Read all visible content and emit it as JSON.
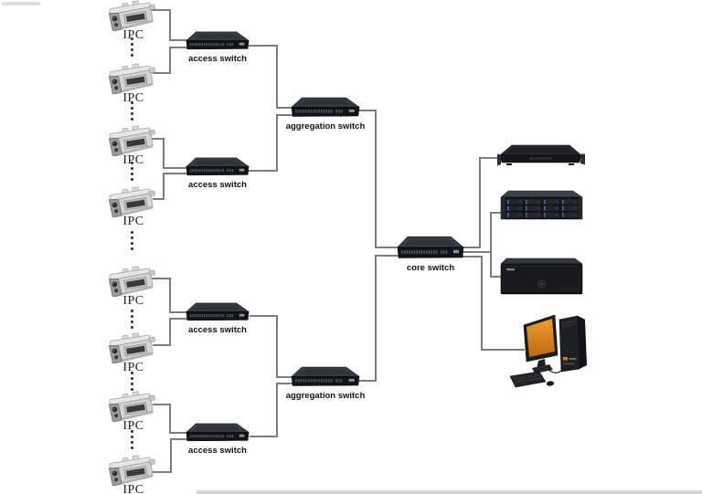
{
  "colors": {
    "background": "#ffffff",
    "wire": "#7d7d7d",
    "device_label": "#111111",
    "camera_label": "#1f1f1f",
    "screen_orange": "#e08a1e",
    "led_blue": "#4d82e0"
  },
  "cameras": [
    {
      "label": "IPC"
    },
    {
      "label": "IPC"
    },
    {
      "label": "IPC"
    },
    {
      "label": "IPC"
    },
    {
      "label": "IPC"
    },
    {
      "label": "IPC"
    },
    {
      "label": "IPC"
    },
    {
      "label": "IPC"
    }
  ],
  "access_switches": [
    {
      "label": "access switch"
    },
    {
      "label": "access switch"
    },
    {
      "label": "access switch"
    },
    {
      "label": "access switch"
    }
  ],
  "aggregation_switches": [
    {
      "label": "aggregation switch"
    },
    {
      "label": "aggregation switch"
    }
  ],
  "core_switch": {
    "label": "core switch"
  },
  "right_devices": [
    {
      "icon": "rack-server-icon"
    },
    {
      "icon": "disk-array-icon"
    },
    {
      "icon": "storage-server-icon"
    },
    {
      "icon": "workstation-icon"
    }
  ]
}
